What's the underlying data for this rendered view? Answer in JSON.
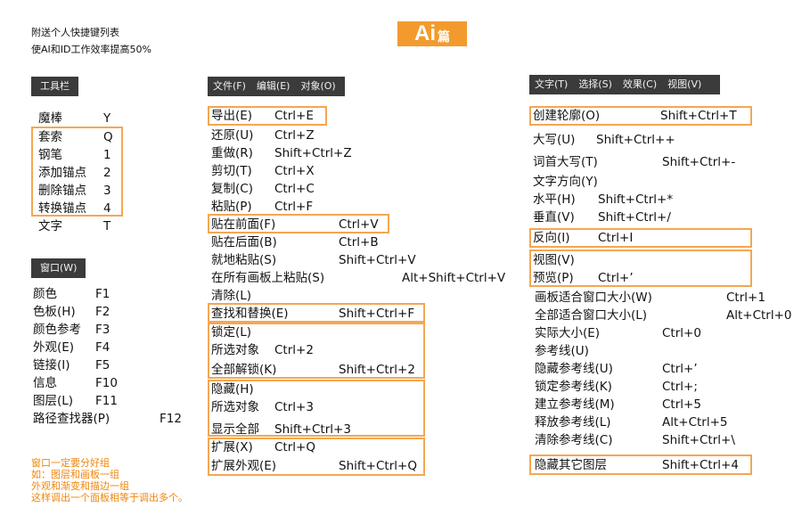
{
  "intro": [
    "附送个人快捷键列表",
    "使AI和ID工作效率提高50%"
  ],
  "title": {
    "main": "Ai",
    "sub": "篇"
  },
  "col1": {
    "toolbar_header": "工具栏",
    "tools": [
      {
        "name": "魔棒",
        "key": "Y"
      },
      {
        "name": "套索",
        "key": "Q"
      },
      {
        "name": "钢笔",
        "key": "1"
      },
      {
        "name": "添加锚点",
        "key": "2"
      },
      {
        "name": "删除锚点",
        "key": "3"
      },
      {
        "name": "转换锚点",
        "key": "4"
      },
      {
        "name": "文字",
        "key": "T"
      }
    ],
    "window_header": "窗口(W)",
    "windows": [
      {
        "name": "颜色",
        "key": "F1"
      },
      {
        "name": "色板(H)",
        "key": "F2"
      },
      {
        "name": "颜色参考",
        "key": "F3"
      },
      {
        "name": "外观(E)",
        "key": "F4"
      },
      {
        "name": "链接(I)",
        "key": "F5"
      },
      {
        "name": "信息",
        "key": "F10"
      },
      {
        "name": "图层(L)",
        "key": "F11"
      },
      {
        "name": "路径查找器(P)",
        "key": "F12"
      }
    ],
    "notes": [
      "窗口一定要分好组",
      "如：图层和画板一组",
      "外观和渐变和描边一组",
      "这样调出一个面板相等于调出多个。"
    ]
  },
  "col2": {
    "header": [
      "文件(F)",
      "编辑(E)",
      "对象(O)"
    ],
    "rows": [
      {
        "name": "导出(E)",
        "key": "Ctrl+E"
      },
      {
        "name": "还原(U)",
        "key": "Ctrl+Z"
      },
      {
        "name": "重做(R)",
        "key": "Shift+Ctrl+Z"
      },
      {
        "name": "剪切(T)",
        "key": "Ctrl+X"
      },
      {
        "name": "复制(C)",
        "key": "Ctrl+C"
      },
      {
        "name": "粘贴(P)",
        "key": "Ctrl+F"
      },
      {
        "name": "贴在前面(F)",
        "key": "Ctrl+V"
      },
      {
        "name": "贴在后面(B)",
        "key": "Ctrl+B"
      },
      {
        "name": "就地粘贴(S)",
        "key": "Shift+Ctrl+V"
      },
      {
        "name": "在所有画板上粘贴(S)",
        "key": "Alt+Shift+Ctrl+V"
      },
      {
        "name": "清除(L)",
        "key": ""
      },
      {
        "name": "查找和替换(E)",
        "key": "Shift+Ctrl+F"
      },
      {
        "name": "锁定(L)",
        "key": ""
      },
      {
        "name": "所选对象",
        "key": "Ctrl+2"
      },
      {
        "name": "全部解锁(K)",
        "key": "Shift+Ctrl+2"
      },
      {
        "name": "隐藏(H)",
        "key": ""
      },
      {
        "name": "所选对象",
        "key": "Ctrl+3"
      },
      {
        "name": "显示全部",
        "key": "Shift+Ctrl+3"
      },
      {
        "name": "扩展(X)",
        "key": "Ctrl+Q"
      },
      {
        "name": "扩展外观(E)",
        "key": "Shift+Ctrl+Q"
      }
    ]
  },
  "col3": {
    "header": [
      "文字(T)",
      "选择(S)",
      "效果(C)",
      "视图(V)"
    ],
    "rows": [
      {
        "name": "创建轮廓(O)",
        "key": "Shift+Ctrl+T"
      },
      {
        "name": "大写(U)",
        "key": "Shift+Ctrl++"
      },
      {
        "name": "词首大写(T)",
        "key": "Shift+Ctrl+-"
      },
      {
        "name": "文字方向(Y)",
        "key": ""
      },
      {
        "name": "水平(H)",
        "key": "Shift+Ctrl+*"
      },
      {
        "name": "垂直(V)",
        "key": "Shift+Ctrl+/"
      },
      {
        "name": "反向(I)",
        "key": "Ctrl+I"
      },
      {
        "name": "视图(V)",
        "key": ""
      },
      {
        "name": "预览(P)",
        "key": "Ctrl+’"
      },
      {
        "name": "画板适合窗口大小(W)",
        "key": "Ctrl+1"
      },
      {
        "name": "全部适合窗口大小(L)",
        "key": "Alt+Ctrl+0"
      },
      {
        "name": "实际大小(E)",
        "key": "Ctrl+0"
      },
      {
        "name": "参考线(U)",
        "key": ""
      },
      {
        "name": "隐藏参考线(U)",
        "key": "Ctrl+’"
      },
      {
        "name": "锁定参考线(K)",
        "key": "Ctrl+;"
      },
      {
        "name": "建立参考线(M)",
        "key": "Ctrl+5"
      },
      {
        "name": "释放参考线(L)",
        "key": "Alt+Ctrl+5"
      },
      {
        "name": "清除参考线(C)",
        "key": "Shift+Ctrl+\\"
      },
      {
        "name": "隐藏其它图层",
        "key": "Shift+Ctrl+4"
      }
    ]
  },
  "colors": {
    "accent": "#f39a2e",
    "box_border": "#f4a753",
    "header_bg": "#3b3b3b",
    "note_text": "#f0860c"
  }
}
